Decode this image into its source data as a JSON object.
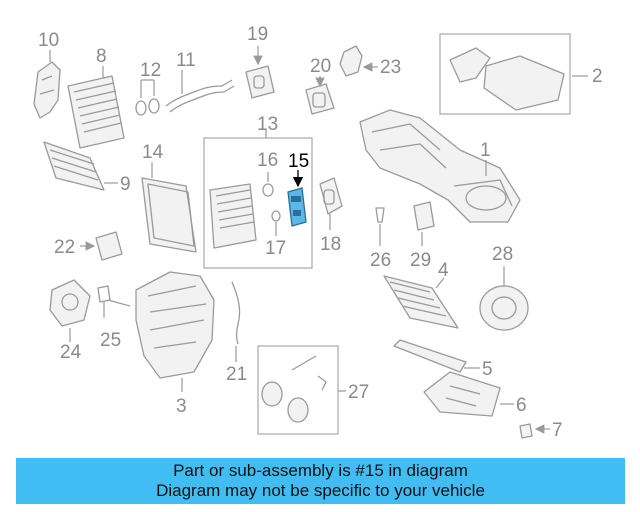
{
  "highlight_color": "#5ab8e8",
  "banner_color": "#41bdf3",
  "highlighted_part": "15",
  "banner": {
    "line1": "Part or sub-assembly is #15 in diagram",
    "line2": "Diagram may not be specific to your vehicle"
  },
  "callouts": {
    "c1": "1",
    "c2": "2",
    "c3": "3",
    "c4": "4",
    "c5": "5",
    "c6": "6",
    "c7": "7",
    "c8": "8",
    "c9": "9",
    "c10": "10",
    "c11": "11",
    "c12": "12",
    "c13": "13",
    "c14": "14",
    "c15": "15",
    "c16": "16",
    "c17": "17",
    "c18": "18",
    "c19": "19",
    "c20": "20",
    "c21": "21",
    "c22": "22",
    "c23": "23",
    "c24": "24",
    "c25": "25",
    "c26": "26",
    "c27": "27",
    "c28": "28",
    "c29": "29"
  }
}
